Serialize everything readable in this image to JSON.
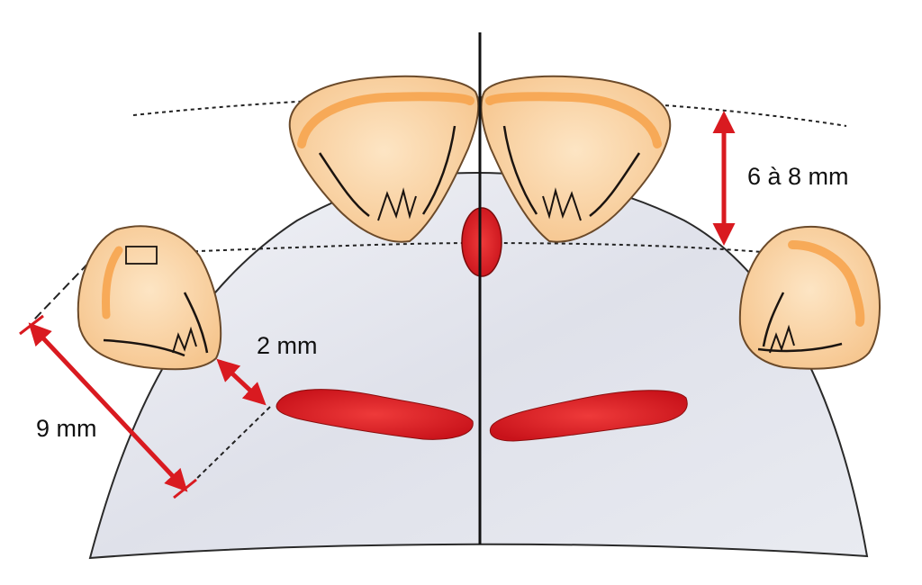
{
  "labels": {
    "incisor_spacing": "6 à 8 mm",
    "gap": "2 mm",
    "canine_distance": "9 mm"
  },
  "colors": {
    "palate_fill": "#e4e6ee",
    "tooth_fill": "#fbd7a8",
    "tooth_outline": "#6b4a2a",
    "enamel_band": "#f7a24a",
    "papilla_red": "#d81e1e",
    "arrow_red": "#d91a20"
  }
}
